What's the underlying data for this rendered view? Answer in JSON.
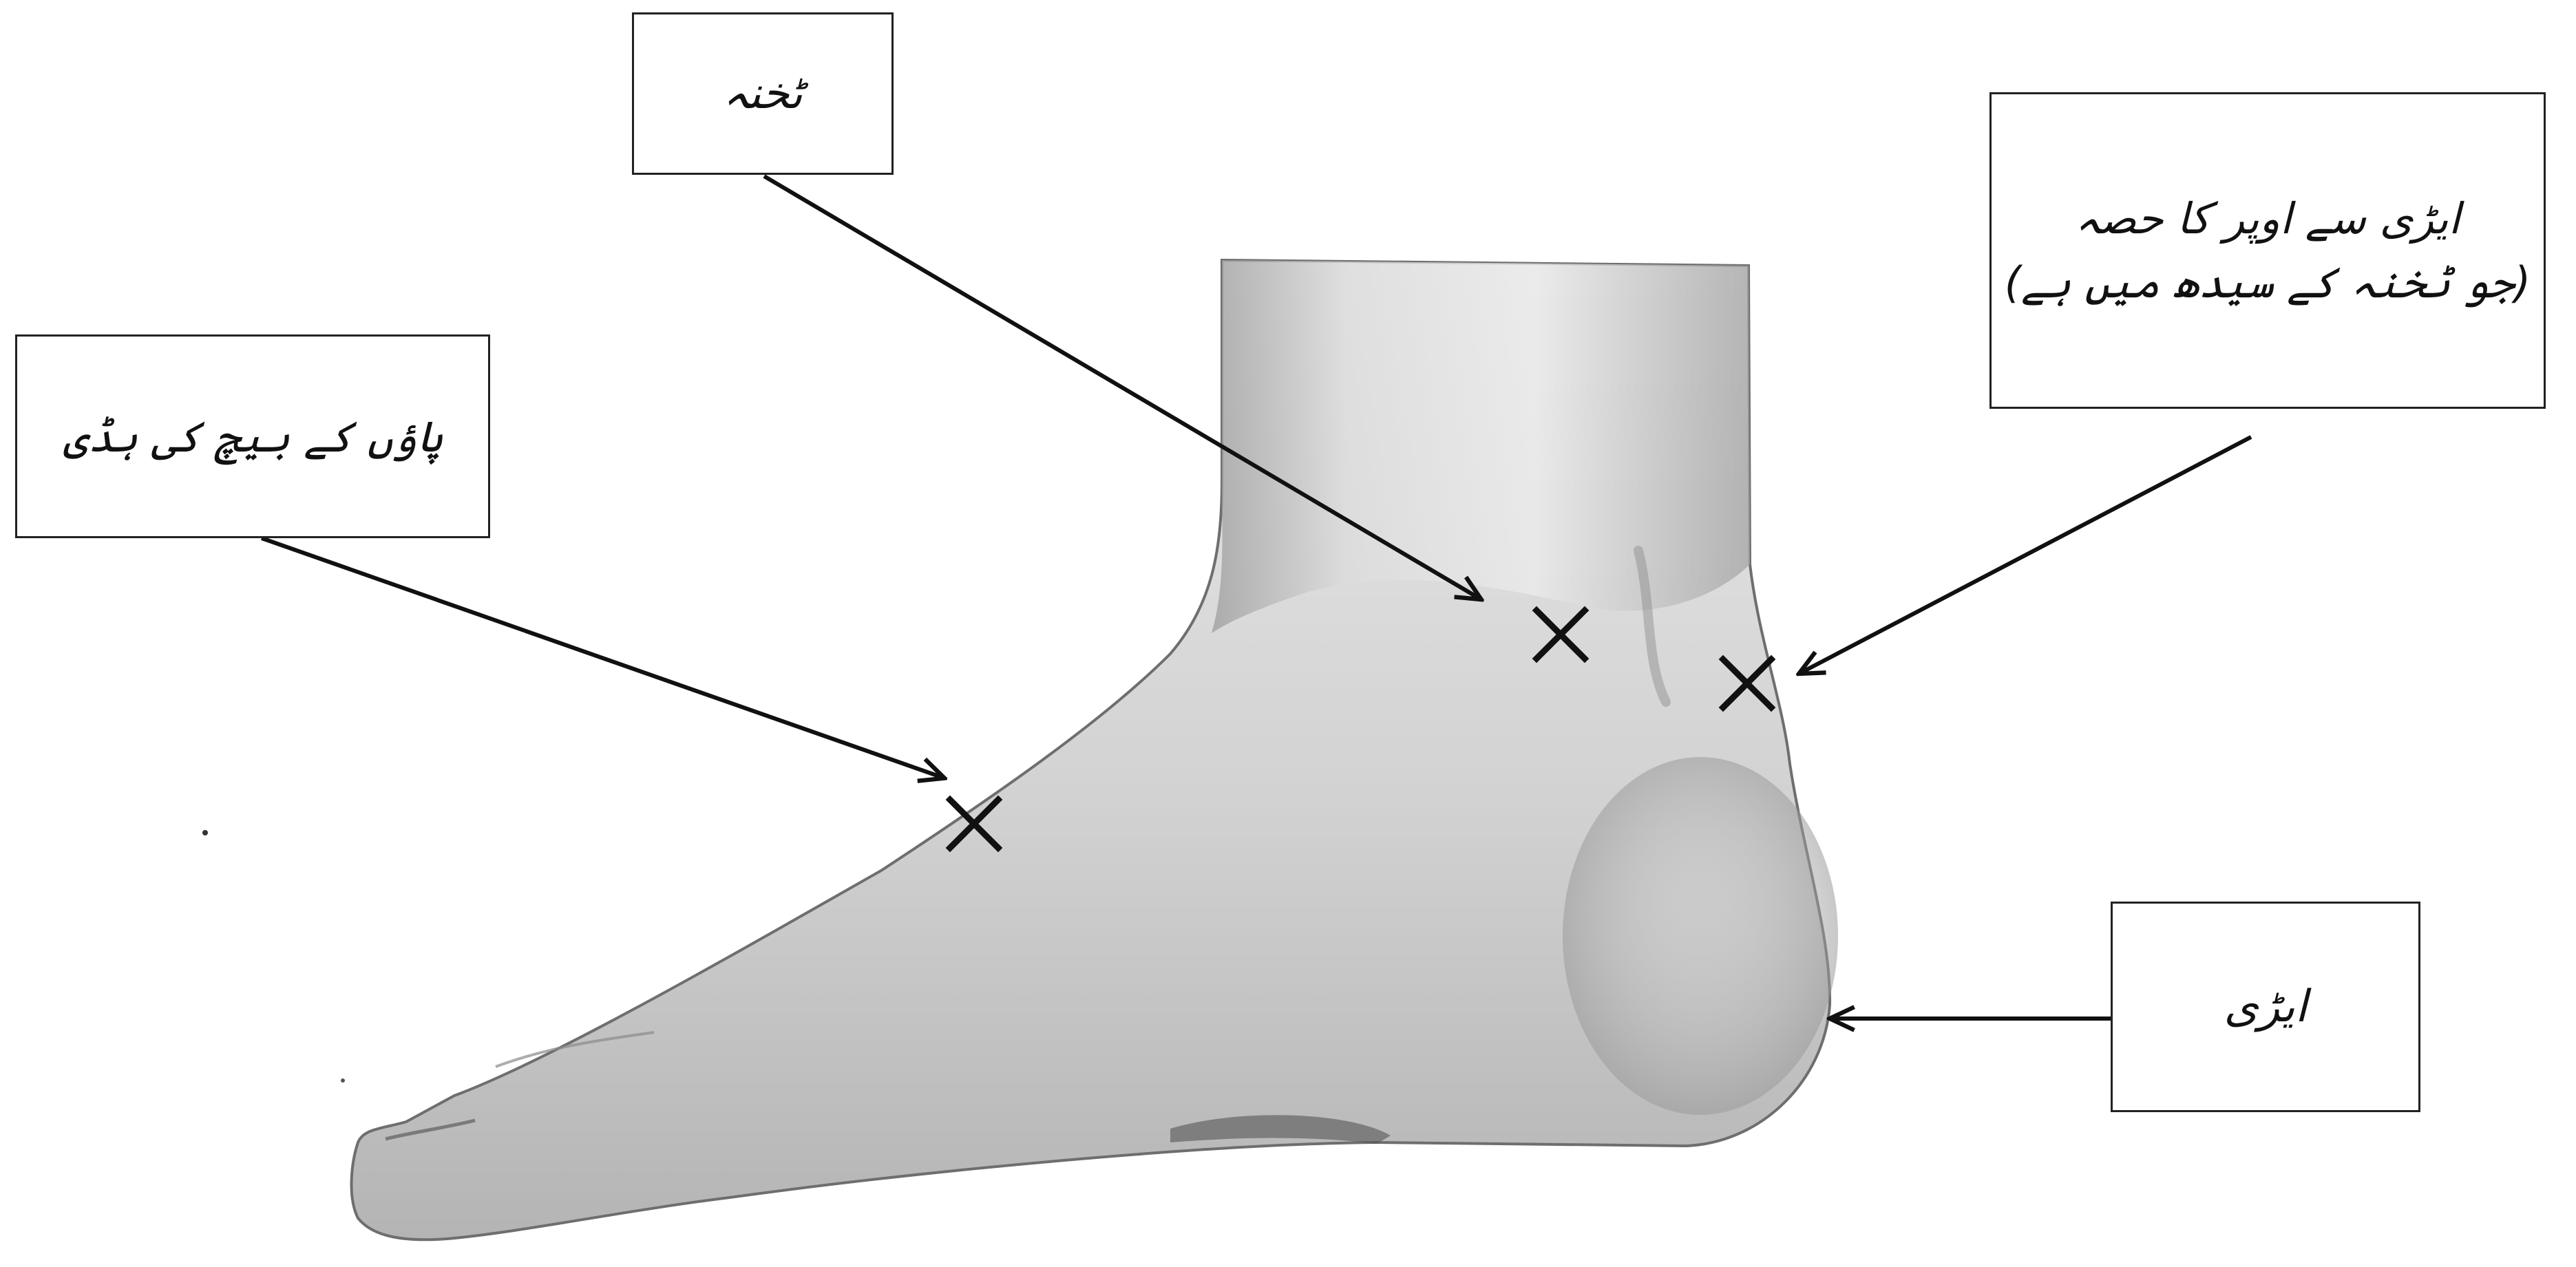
{
  "labels": {
    "ankle": "ٹخنہ",
    "instep": "پاؤں کے بیچ کی ہڈی",
    "above_heel_line1": "ایڑی سے اوپر کا حصہ",
    "above_heel_line2": "(جو ٹخنہ کے سیدھ میں ہے)",
    "heel": "ایڑی"
  },
  "colors": {
    "line": "#111111",
    "box_border": "#222222",
    "foot_light": "#e4e4e4",
    "foot_shade": "#a8a8a8",
    "background": "#ffffff"
  },
  "markers": {
    "type": "cross",
    "count": 3
  }
}
